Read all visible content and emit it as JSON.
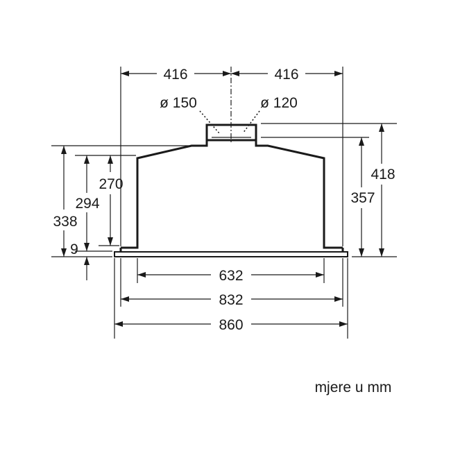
{
  "dimensions": {
    "top_left_width": "416",
    "top_right_width": "416",
    "duct_diameter_large": "ø 150",
    "duct_diameter_small": "ø 120",
    "height_total": "418",
    "height_body": "357",
    "height_left_outer": "338",
    "height_left_middle": "294",
    "height_left_inner": "270",
    "flange_thickness": "9",
    "inner_width": "632",
    "body_width": "832",
    "overall_width": "860"
  },
  "units_note": "mjere u mm"
}
